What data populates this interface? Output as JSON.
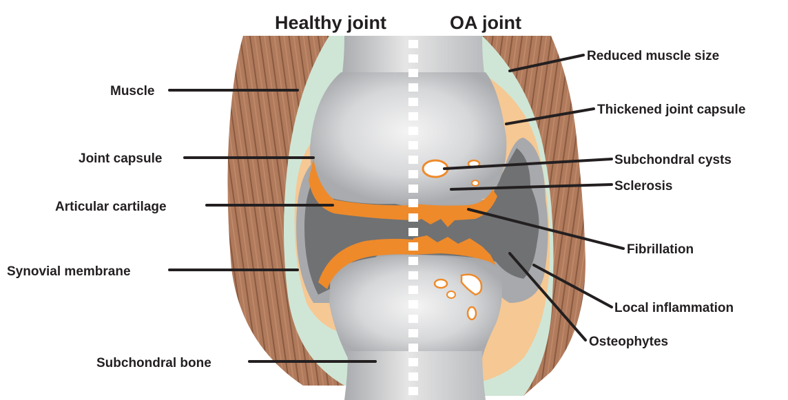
{
  "titles": {
    "healthy": "Healthy joint",
    "oa": "OA joint"
  },
  "left_labels": {
    "muscle": "Muscle",
    "joint_capsule": "Joint capsule",
    "articular_cartilage": "Articular  cartilage",
    "synovial_membrane": "Synovial  membrane",
    "subchondral_bone": "Subchondral  bone"
  },
  "right_labels": {
    "reduced_muscle": "Reduced muscle size",
    "thickened_capsule": "Thickened joint capsule",
    "subchondral_cysts": "Subchondral cysts",
    "sclerosis": "Sclerosis",
    "fibrillation": "Fibrillation",
    "local_inflammation": "Local inflammation",
    "osteophytes": "Osteophytes"
  },
  "colors": {
    "muscle": "#b07a5c",
    "muscle_stripe": "#8a5a40",
    "capsule": "#f6c893",
    "capsule_outline": "#cfe6d6",
    "bone": "#b4b6ba",
    "bone_highlight": "#ececec",
    "cartilage": "#ee8a2a",
    "synovial": "#707173",
    "synovial_edge": "#a7a9ac",
    "divider": "#ffffff",
    "text": "#231f20"
  }
}
